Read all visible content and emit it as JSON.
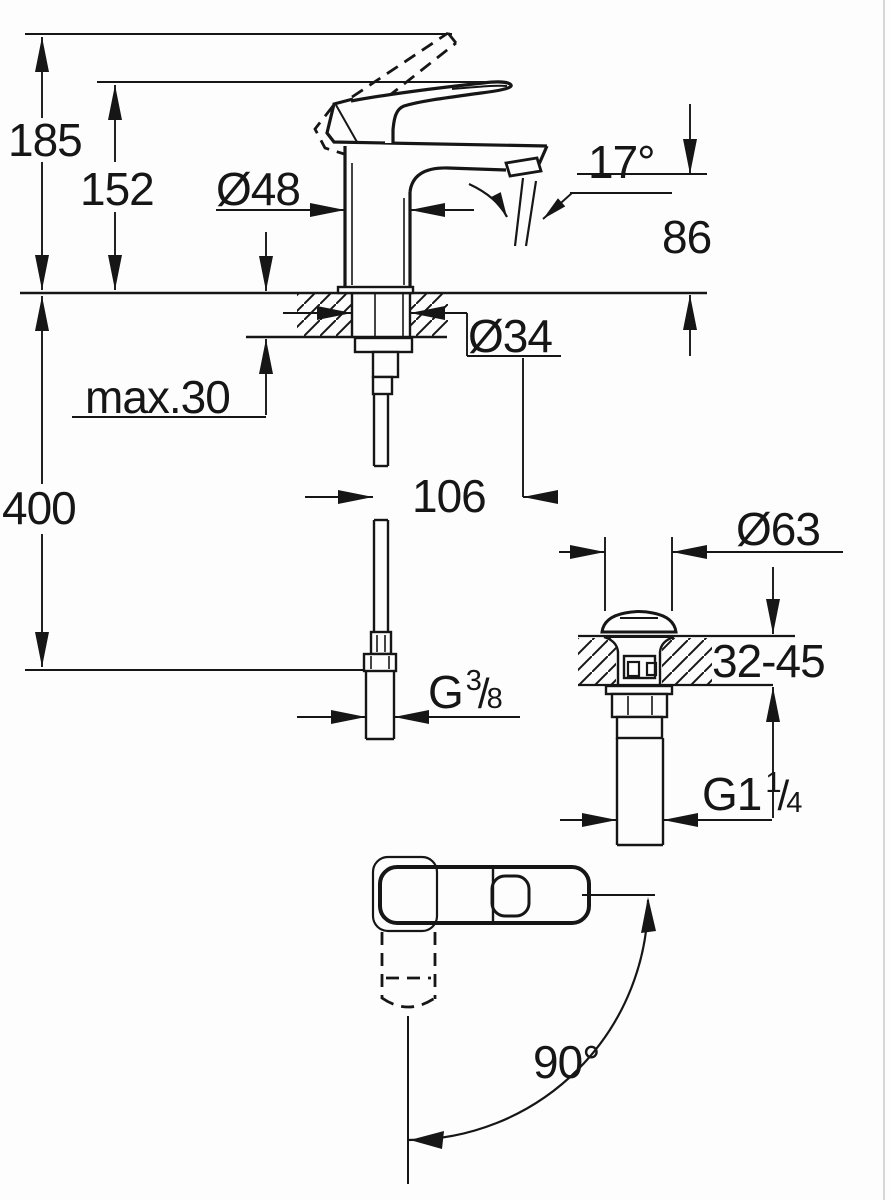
{
  "colors": {
    "line": "#161616",
    "background": "#fdfdfd",
    "edge_border": "#c9c9c9"
  },
  "labels": {
    "total_height": "185",
    "spout_height": "152",
    "body_diameter": "Ø48",
    "spout_angle": "17°",
    "outlet_height": "86",
    "hole_diameter": "Ø34",
    "max_deck_thickness": "max.30",
    "hose_length": "400",
    "spout_projection": "106",
    "drain_flange_diameter": "Ø63",
    "drain_deck_range": "32-45",
    "swivel_angle": "90°",
    "supply_thread": {
      "base": "G",
      "sup": "3",
      "slash": "/",
      "sub": "8"
    },
    "drain_thread": {
      "base": "G1",
      "sup": "1",
      "slash": "/",
      "sub": "4"
    }
  }
}
